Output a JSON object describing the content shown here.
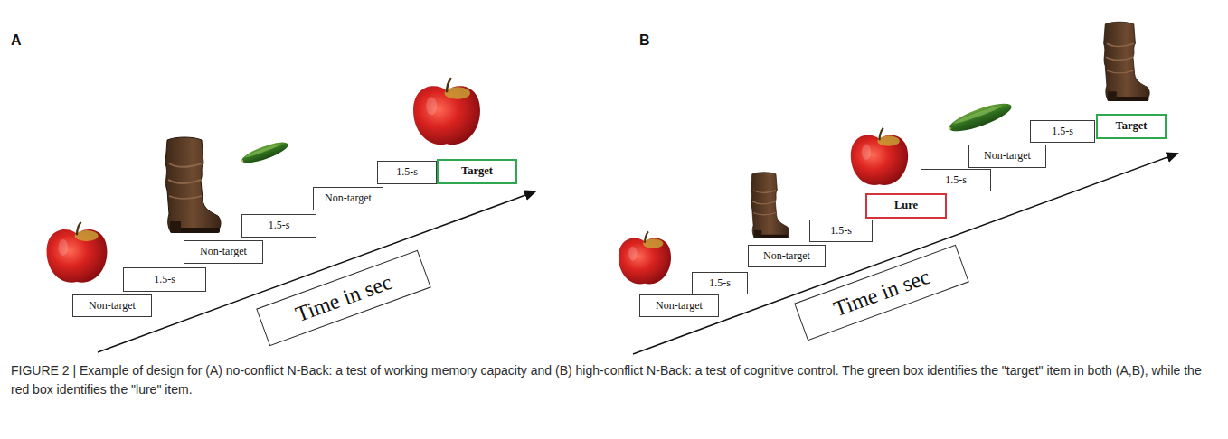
{
  "diagram": {
    "caption": "FIGURE 2 | Example of design for (A) no-conflict N-Back: a test of working memory capacity and (B) high-conflict N-Back: a test of cognitive control. The green box identifies the \"target\" item in both (A,B), while the red box identifies the \"lure\" item.",
    "nodes": [
      {
        "text": [
          "Non-target"
        ]
      },
      {
        "text": [
          "1.5-s"
        ]
      },
      {
        "text": [
          "Non-target"
        ]
      },
      {
        "text": [
          "1.5-s"
        ]
      },
      {
        "text": [
          "Non-target"
        ]
      },
      {
        "text": [
          "1.5-s"
        ]
      },
      {
        "text": [
          "Target"
        ]
      },
      {
        "text": [
          "Time in sec"
        ]
      },
      {
        "text": [
          "Non-target"
        ]
      },
      {
        "text": [
          "1.5-s"
        ]
      },
      {
        "text": [
          "Non-target"
        ]
      },
      {
        "text": [
          "1.5-s"
        ]
      },
      {
        "text": [
          "Lure"
        ]
      },
      {
        "text": [
          "1.5-s"
        ]
      },
      {
        "text": [
          "Non-target"
        ]
      },
      {
        "text": [
          "1.5-s"
        ]
      },
      {
        "text": [
          "Target"
        ]
      },
      {
        "text": [
          "Time in sec"
        ]
      }
    ],
    "labels": [
      "A",
      "B"
    ]
  }
}
